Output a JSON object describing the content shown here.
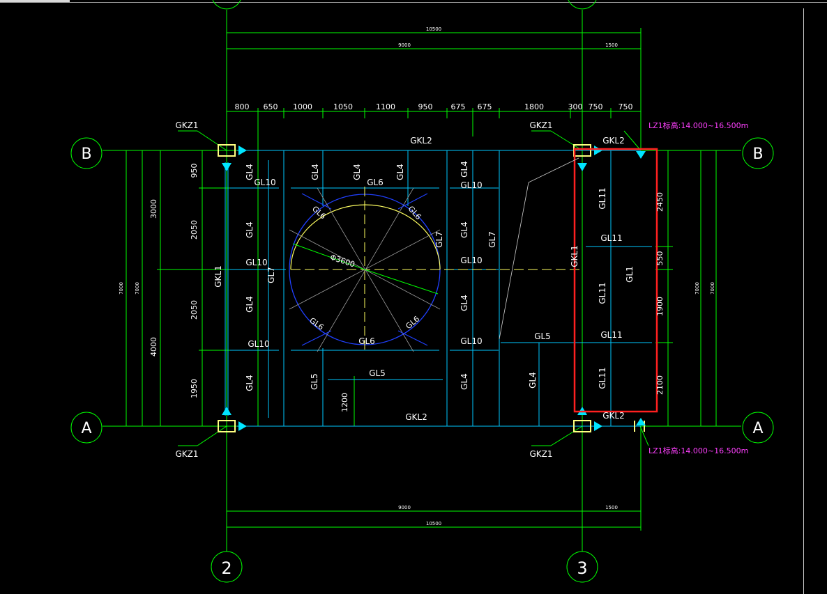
{
  "axes": {
    "a": "A",
    "b": "B",
    "c2": "2",
    "c3": "3"
  },
  "dims": {
    "top_total": "10500",
    "top_9000": "9000",
    "top_1500": "1500",
    "bot_total": "10500",
    "bot_9000": "9000",
    "bot_1500": "1500",
    "top_spans": [
      "800",
      "650",
      "1000",
      "1050",
      "1100",
      "950",
      "675",
      "675",
      "1800",
      "300",
      "750",
      "750"
    ],
    "left_inner": [
      "950",
      "2050",
      "2050",
      "1950"
    ],
    "left_mid": [
      "3000",
      "4000"
    ],
    "left_outer": "7000",
    "left_outer2": "7000",
    "right_inner": [
      "2450",
      "550",
      "1900",
      "2100"
    ],
    "right_outer": "7000",
    "right_outer2": "7000",
    "dim_1200": "1200"
  },
  "labels": {
    "gkz1": "GKZ1",
    "gkl2": "GKL2",
    "gkl1": "GKL1",
    "gl4": "GL4",
    "gl5": "GL5",
    "gl6": "GL6",
    "gl7": "GL7",
    "gl10": "GL10",
    "gl11": "GL11",
    "gl1": "GL1",
    "circle": "Φ3600",
    "lz1_note": "LZ1标高:14.000~16.500m"
  },
  "colors": {
    "grid": "#00ff00",
    "beam": "#00c8ff",
    "highlight": "#ff2020",
    "column": "#ffff80",
    "note": "#ff40ff",
    "circle_blue": "#2040ff",
    "circle_yellow": "#ffff60"
  }
}
